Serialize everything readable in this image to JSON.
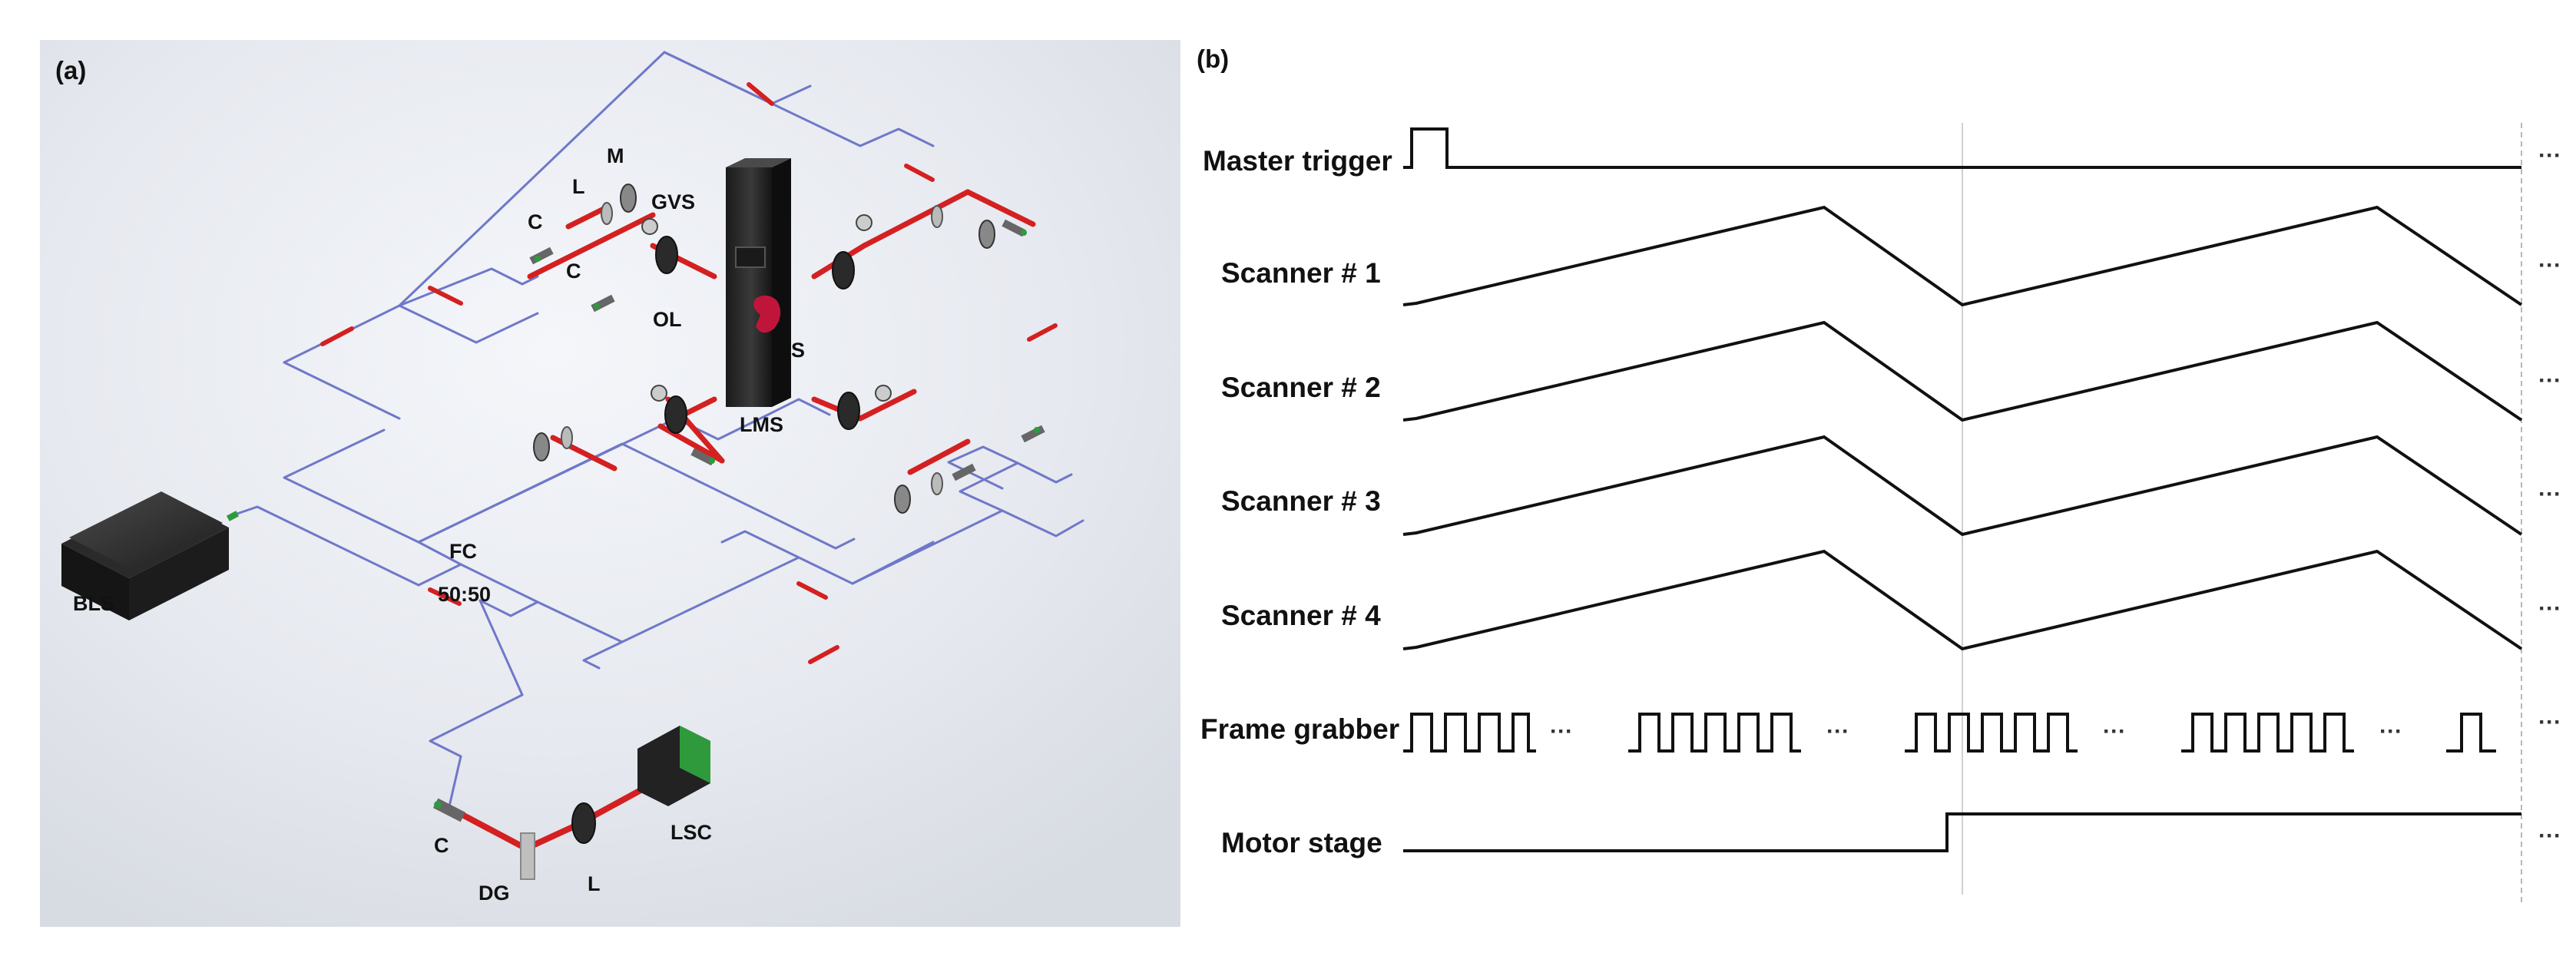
{
  "panel_a": {
    "tag": "(a)",
    "labels": {
      "m": "M",
      "l_top": "L",
      "gvs": "GVS",
      "c_top": "C",
      "c_mid": "C",
      "ol": "OL",
      "s": "S",
      "lms": "LMS",
      "bls": "BLS",
      "fc": "FC",
      "ratio": "50:50",
      "c_bottom": "C",
      "dg": "DG",
      "l_bottom": "L",
      "lsc": "LSC"
    }
  },
  "panel_b": {
    "tag": "(b)",
    "signals": [
      {
        "label": "Master trigger"
      },
      {
        "label": "Scanner # 1"
      },
      {
        "label": "Scanner # 2"
      },
      {
        "label": "Scanner # 3"
      },
      {
        "label": "Scanner # 4"
      },
      {
        "label": "Frame grabber"
      },
      {
        "label": "Motor stage"
      }
    ],
    "continuation": "···",
    "gap_marker": "···"
  },
  "colors": {
    "fiber": "#6f78c8",
    "beam": "#d42020",
    "signal": "#111111",
    "guide": "#c8c8c8",
    "device": "#2b2b2b",
    "sample": "#c0153a",
    "accent_green": "#2e9a3c"
  }
}
